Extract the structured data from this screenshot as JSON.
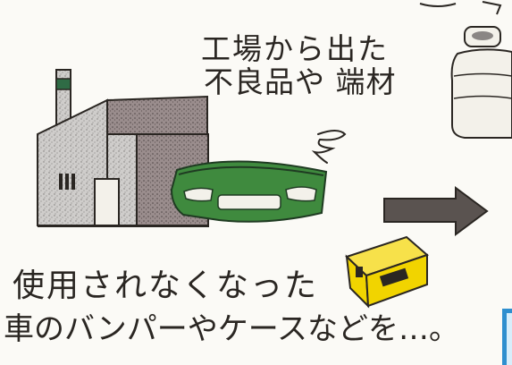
{
  "captions": {
    "top_line1": "工場から出た",
    "top_line2": "不良品や 端材",
    "bottom_line1": "使用されなくなった",
    "bottom_line2": "車のバンパーやケースなどを…。"
  },
  "colors": {
    "paper": "#fbfaf6",
    "ink": "#2a2622",
    "factory_wall": "#c9c7c5",
    "factory_roof": "#8e7f80",
    "chimney_band": "#2f6b45",
    "bumper_green": "#3f8a3e",
    "crate_yellow": "#f1d400",
    "arrow_gray": "#5a5350",
    "blue_accent": "#2f8fcf"
  },
  "illustration": {
    "icons": [
      "factory-icon",
      "car-bumper-icon",
      "smoke-swirl-icon",
      "plastic-bottle-icon",
      "yellow-crate-icon",
      "right-arrow-icon"
    ]
  }
}
